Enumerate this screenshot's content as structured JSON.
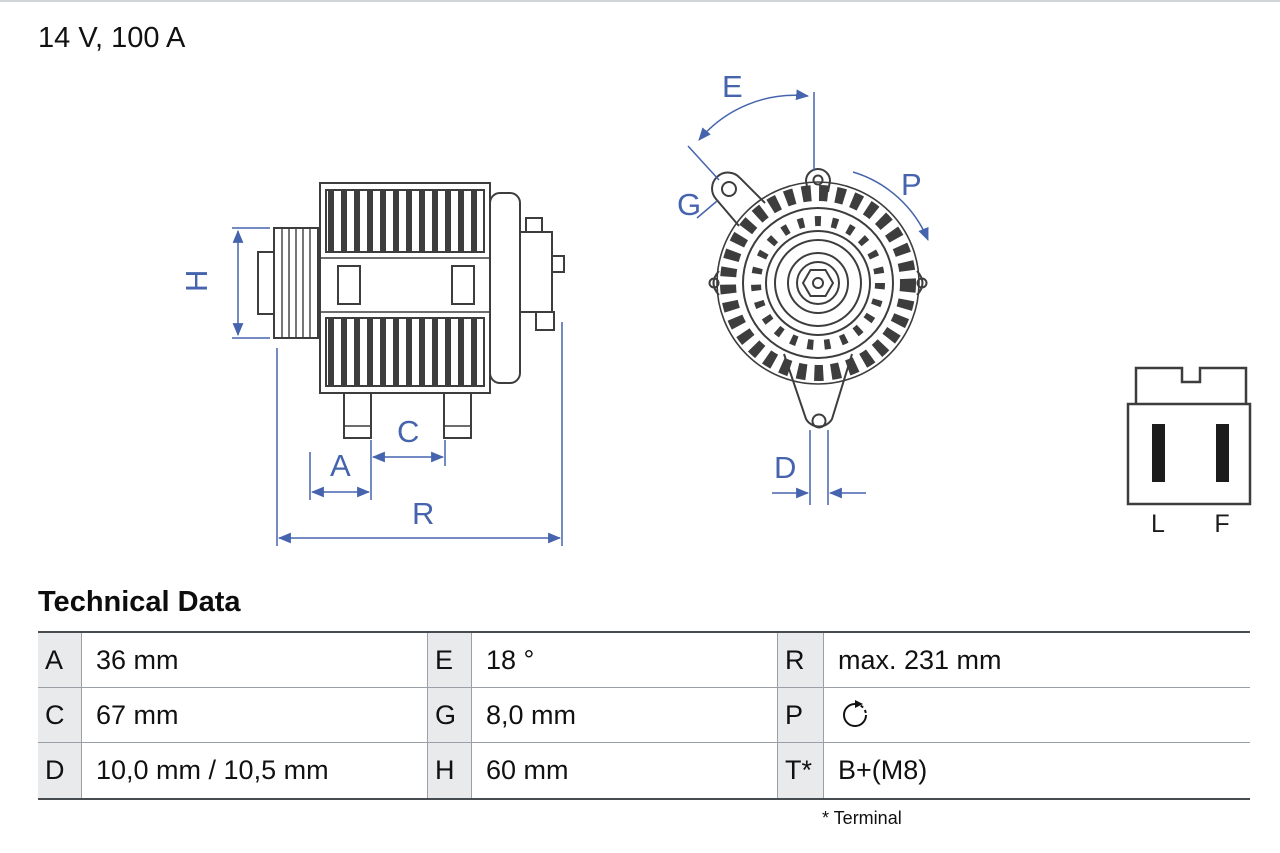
{
  "header": {
    "rating": "14 V, 100 A"
  },
  "diagram": {
    "labels": {
      "H": "H",
      "A": "A",
      "C": "C",
      "R": "R",
      "E": "E",
      "G": "G",
      "P": "P",
      "D": "D"
    },
    "connector": {
      "left": "L",
      "right": "F"
    }
  },
  "table": {
    "title": "Technical Data",
    "rows": [
      [
        {
          "key": "A",
          "value": "36 mm"
        },
        {
          "key": "E",
          "value": "18 °"
        },
        {
          "key": "R",
          "value": "max. 231 mm"
        }
      ],
      [
        {
          "key": "C",
          "value": "67 mm"
        },
        {
          "key": "G",
          "value": "8,0 mm"
        },
        {
          "key": "P",
          "value": "",
          "icon": "rotation-cw-icon"
        }
      ],
      [
        {
          "key": "D",
          "value": "10,0 mm / 10,5 mm"
        },
        {
          "key": "H",
          "value": "60 mm"
        },
        {
          "key": "T*",
          "value": "B+(M8)"
        }
      ]
    ],
    "footnote": "* Terminal"
  },
  "colors": {
    "dimension_blue": "#4664ad",
    "line_dark": "#3d3d3d"
  }
}
